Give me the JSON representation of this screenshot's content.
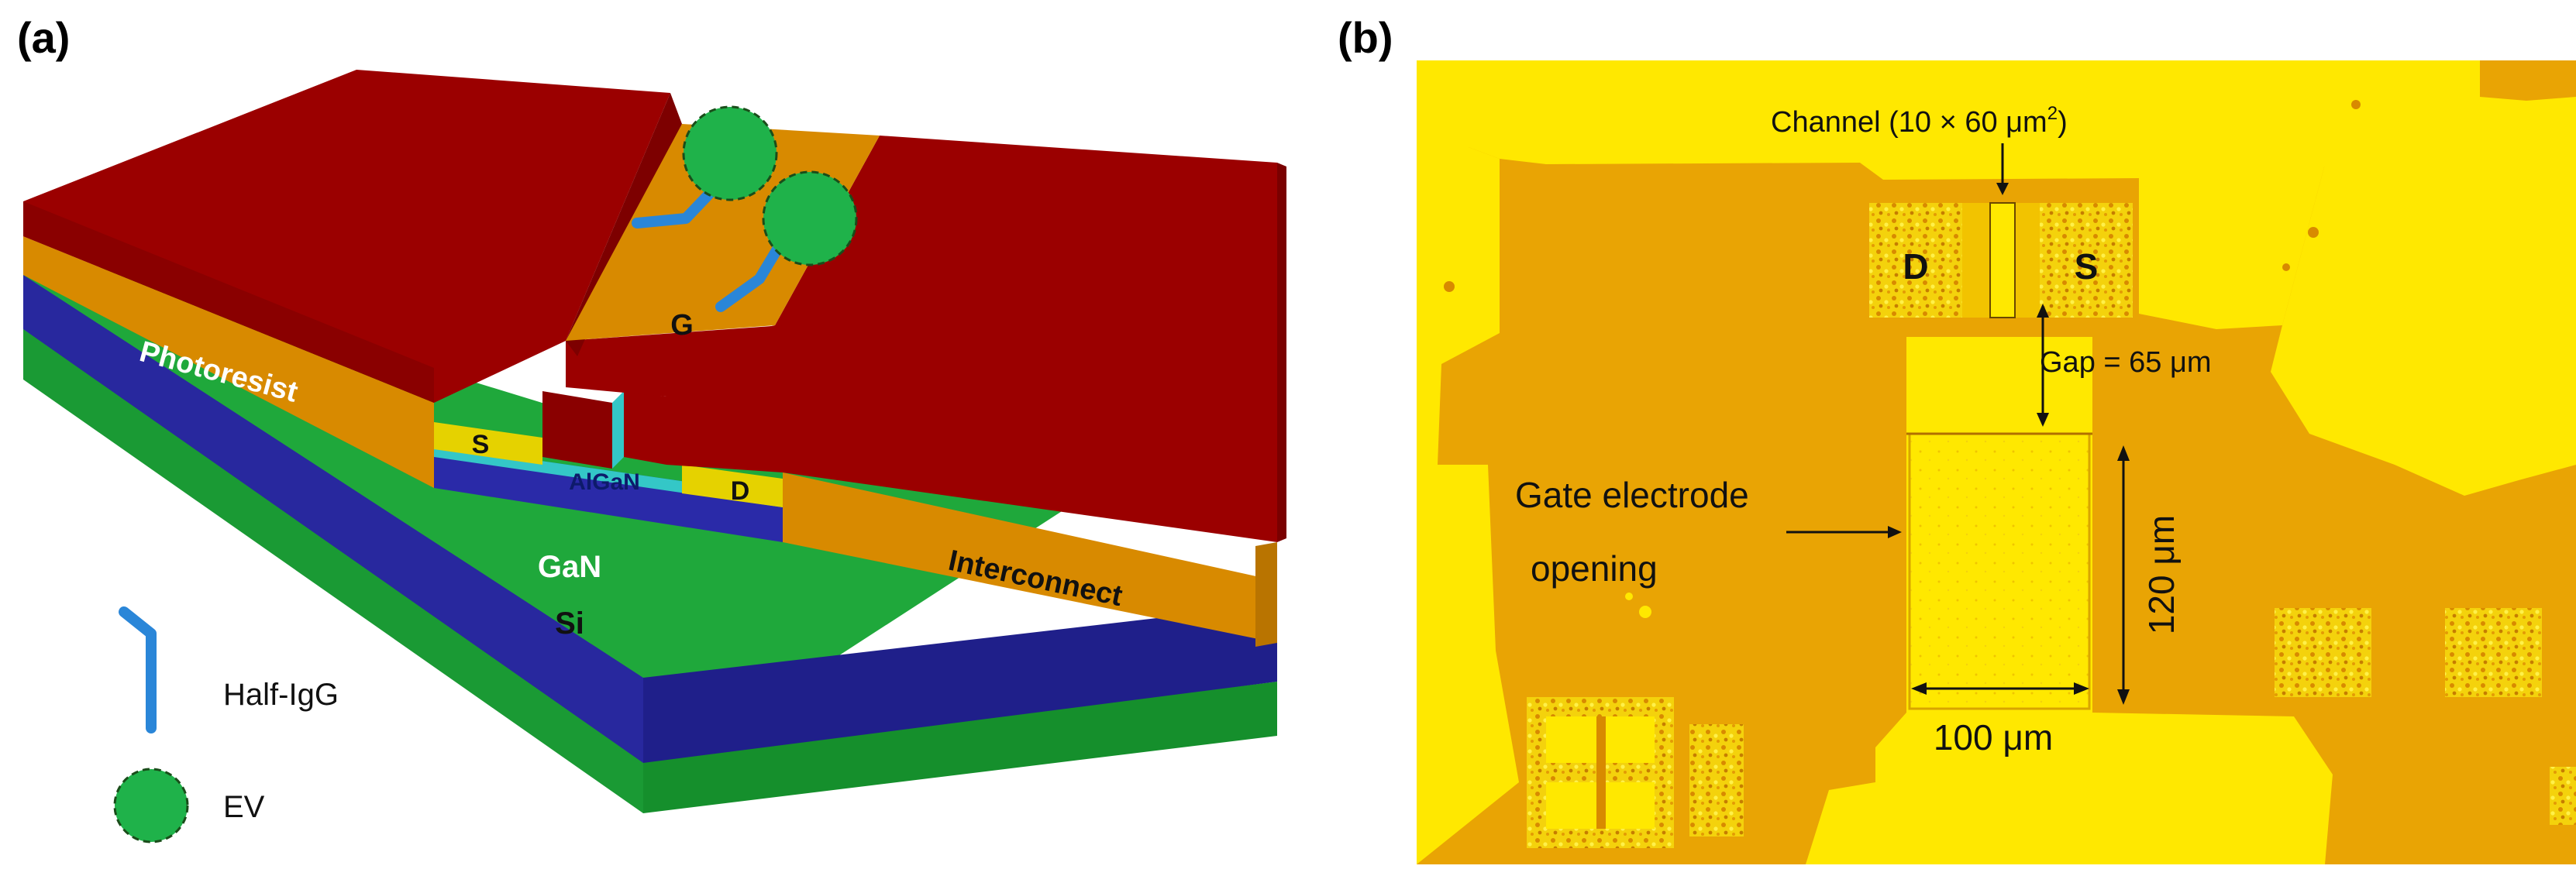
{
  "panel_a": {
    "label": "(a)",
    "layers": {
      "photoresist": "Photoresist",
      "gate": "G",
      "source": "S",
      "drain": "D",
      "algan": "AlGaN",
      "gan": "GaN",
      "interconnect": "Interconnect",
      "si": "Si"
    },
    "legend": {
      "half_igg": "Half-IgG",
      "ev": "EV"
    }
  },
  "panel_b": {
    "label": "(b)",
    "drain": "D",
    "source": "S",
    "channel_label": "Channel (10 × 60 μm",
    "channel_sup": "2",
    "channel_close": ")",
    "gap_label": "Gap = 65 μm",
    "gate_opening_line1": "Gate electrode",
    "gate_opening_line2": "opening",
    "height_label": "120 μm",
    "width_label": "100 μm"
  },
  "colors": {
    "photoresist": "#9b0000",
    "interconnect": "#d88a00",
    "gan": "#28289e",
    "si": "#1fa83b",
    "algan": "#34c7c7",
    "contact": "#e5d200",
    "antibody": "#2a86d8",
    "ev": "#1fb24a",
    "micro_bg": "#e9a404",
    "micro_metal": "#ffe800"
  }
}
